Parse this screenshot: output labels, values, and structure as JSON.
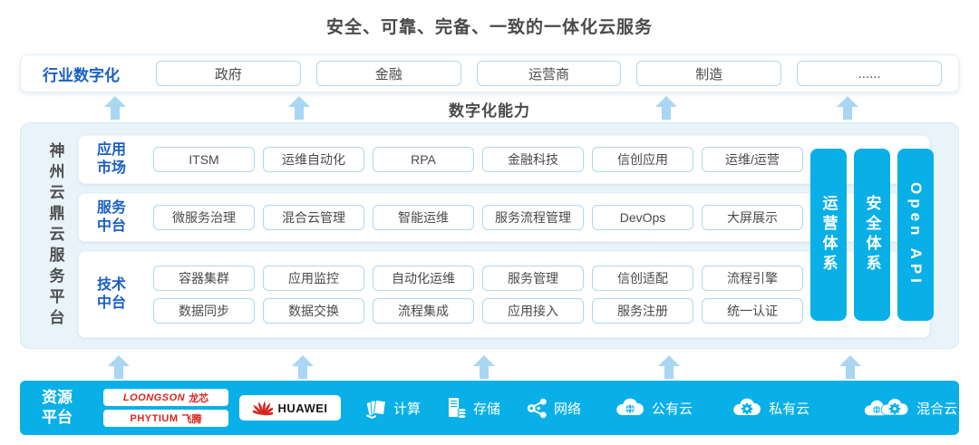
{
  "title": "安全、可靠、完备、一致的一体化云服务",
  "industry": {
    "label": "行业数字化",
    "items": [
      "政府",
      "金融",
      "运营商",
      "制造",
      "......"
    ]
  },
  "capability_label": "数字化能力",
  "platform": {
    "side_label": "神州云鼎云服务平台",
    "rows": [
      {
        "label1": "应用",
        "label2": "市场",
        "items": [
          "ITSM",
          "运维自动化",
          "RPA",
          "金融科技",
          "信创应用",
          "运维/运营"
        ]
      },
      {
        "label1": "服务",
        "label2": "中台",
        "items": [
          "微服务治理",
          "混合云管理",
          "智能运维",
          "服务流程管理",
          "DevOps",
          "大屏展示"
        ]
      },
      {
        "label1": "技术",
        "label2": "中台",
        "items": [
          "容器集群",
          "应用监控",
          "自动化运维",
          "服务管理",
          "信创适配",
          "流程引擎"
        ],
        "items2": [
          "数据同步",
          "数据交换",
          "流程集成",
          "应用接入",
          "服务注册",
          "统一认证"
        ]
      }
    ],
    "pillars": [
      "运营体系",
      "安全体系",
      "Open API"
    ]
  },
  "resource": {
    "label1": "资源",
    "label2": "平台",
    "vendors": {
      "loongson_en": "LOONGSON",
      "loongson_cn": "龙芯",
      "phytium_en": "PHYTIUM",
      "phytium_cn": "飞腾",
      "huawei": "HUAWEI"
    },
    "items": [
      {
        "icon": "compute-icon",
        "label": "计算"
      },
      {
        "icon": "storage-icon",
        "label": "存储"
      },
      {
        "icon": "network-icon",
        "label": "网络"
      },
      {
        "icon": "public-cloud-icon",
        "label": "公有云"
      },
      {
        "icon": "private-cloud-icon",
        "label": "私有云"
      },
      {
        "icon": "hybrid-cloud-icon",
        "label": "混合云"
      }
    ]
  },
  "colors": {
    "accent": "#09b0e7",
    "label_blue": "#1a5fc4",
    "arrow": "#a9d6f2",
    "panel_bg": "#e9f3fa",
    "box_border": "#b2d6ee",
    "text_dark": "#4a4a4a",
    "vendor_red": "#da251d"
  }
}
